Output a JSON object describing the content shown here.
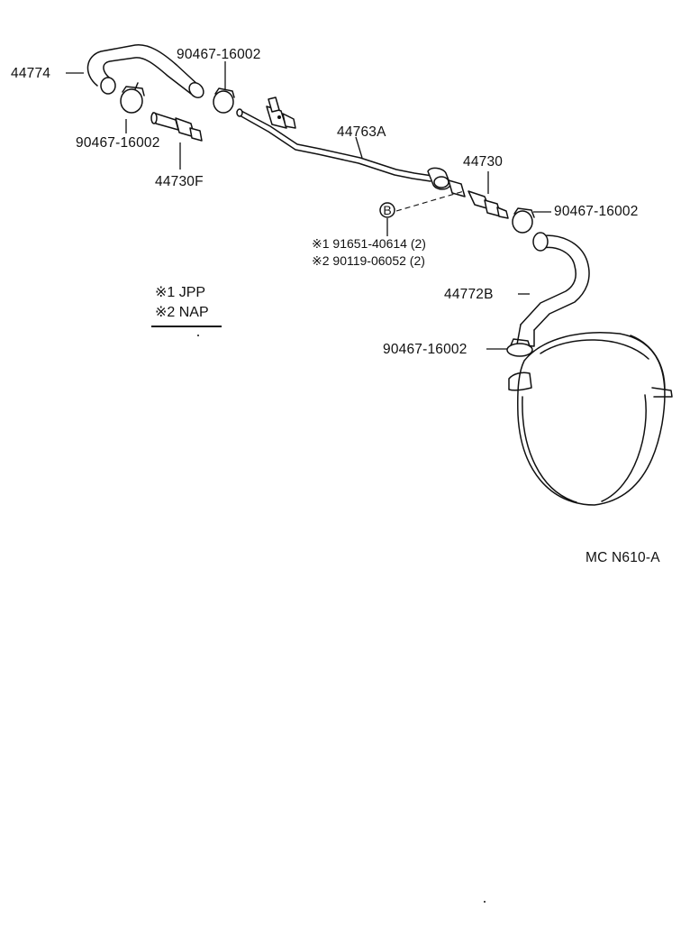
{
  "parts": {
    "hose_upper": "44774",
    "clip_top_left": "90467-16002",
    "clip_left_lower": "90467-16002",
    "union_left": "44730F",
    "pipe": "44763A",
    "union_right": "44730",
    "clip_right": "90467-16002",
    "hose_lower": "44772B",
    "clip_bottom": "90467-16002"
  },
  "callout": {
    "marker": "B",
    "line1": "※1 91651-40614 (2)",
    "line2": "※2 90119-06052 (2)"
  },
  "legend": {
    "row1": "※1 JPP",
    "row2": "※2 NAP"
  },
  "diagram_code": "MC N610-A"
}
